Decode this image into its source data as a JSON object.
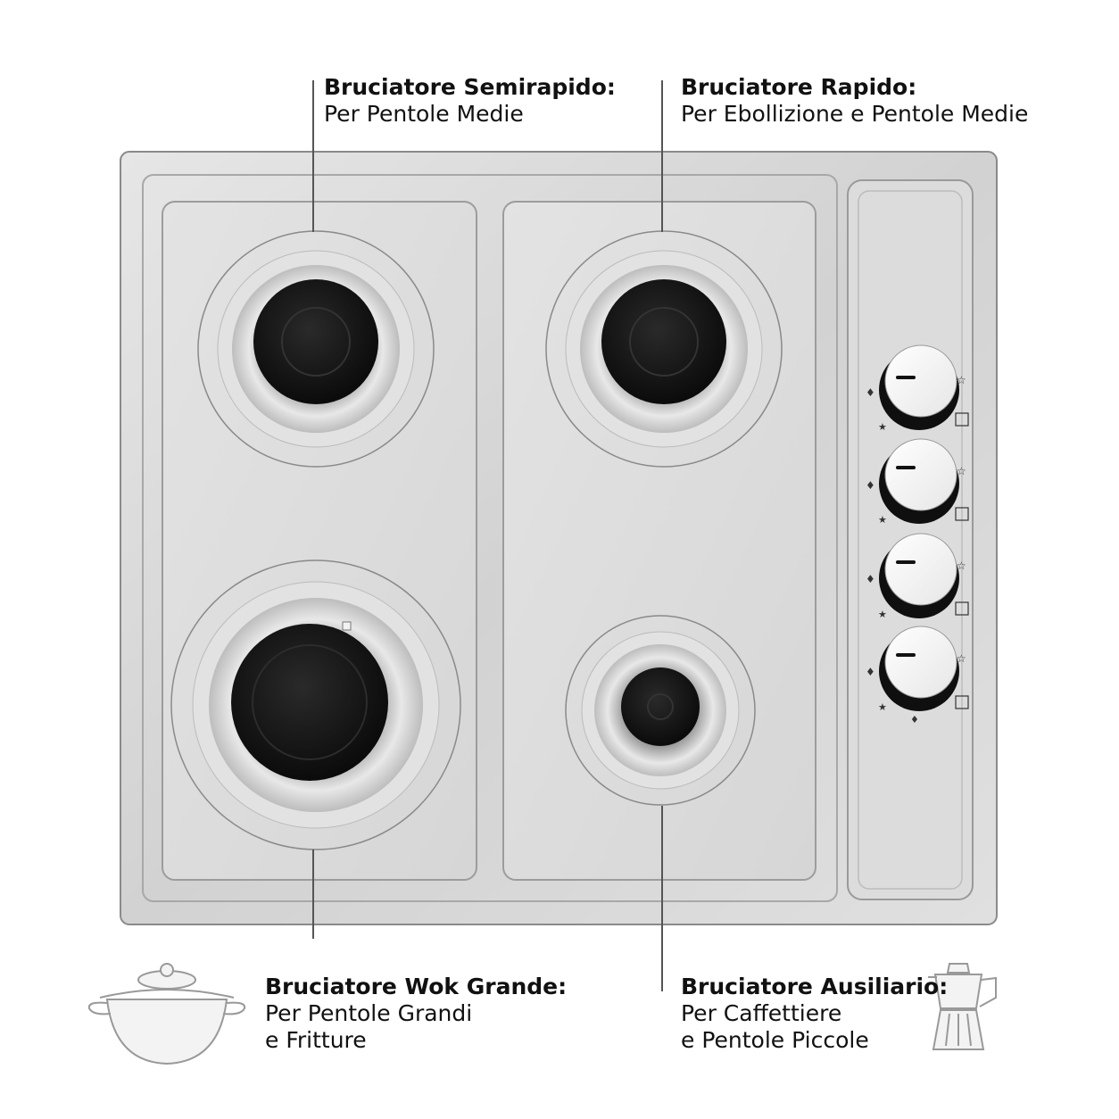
{
  "callouts": {
    "top_left": {
      "title": "Bruciatore Semirapido:",
      "lines": [
        "Per Pentole Medie"
      ]
    },
    "top_right": {
      "title": "Bruciatore Rapido:",
      "lines": [
        "Per Ebollizione e Pentole Medie"
      ]
    },
    "bottom_left": {
      "title": "Bruciatore Wok Grande:",
      "lines": [
        "Per Pentole Grandi",
        "e Fritture"
      ]
    },
    "bottom_right": {
      "title": "Bruciatore Ausiliario:",
      "lines": [
        "Per Caffettiere",
        "e Pentole Piccole"
      ]
    }
  },
  "burners": [
    {
      "name": "semirapido",
      "type": "medium"
    },
    {
      "name": "rapido",
      "type": "medium"
    },
    {
      "name": "wok",
      "type": "large"
    },
    {
      "name": "ausiliario",
      "type": "small"
    }
  ],
  "knobs_count": 4,
  "icons": [
    "wok-pan-icon",
    "moka-pot-icon"
  ],
  "colors": {
    "steel": "#d9d9d9",
    "burner": "#141414",
    "knob": "#f4f4f4",
    "line": "#555555"
  }
}
